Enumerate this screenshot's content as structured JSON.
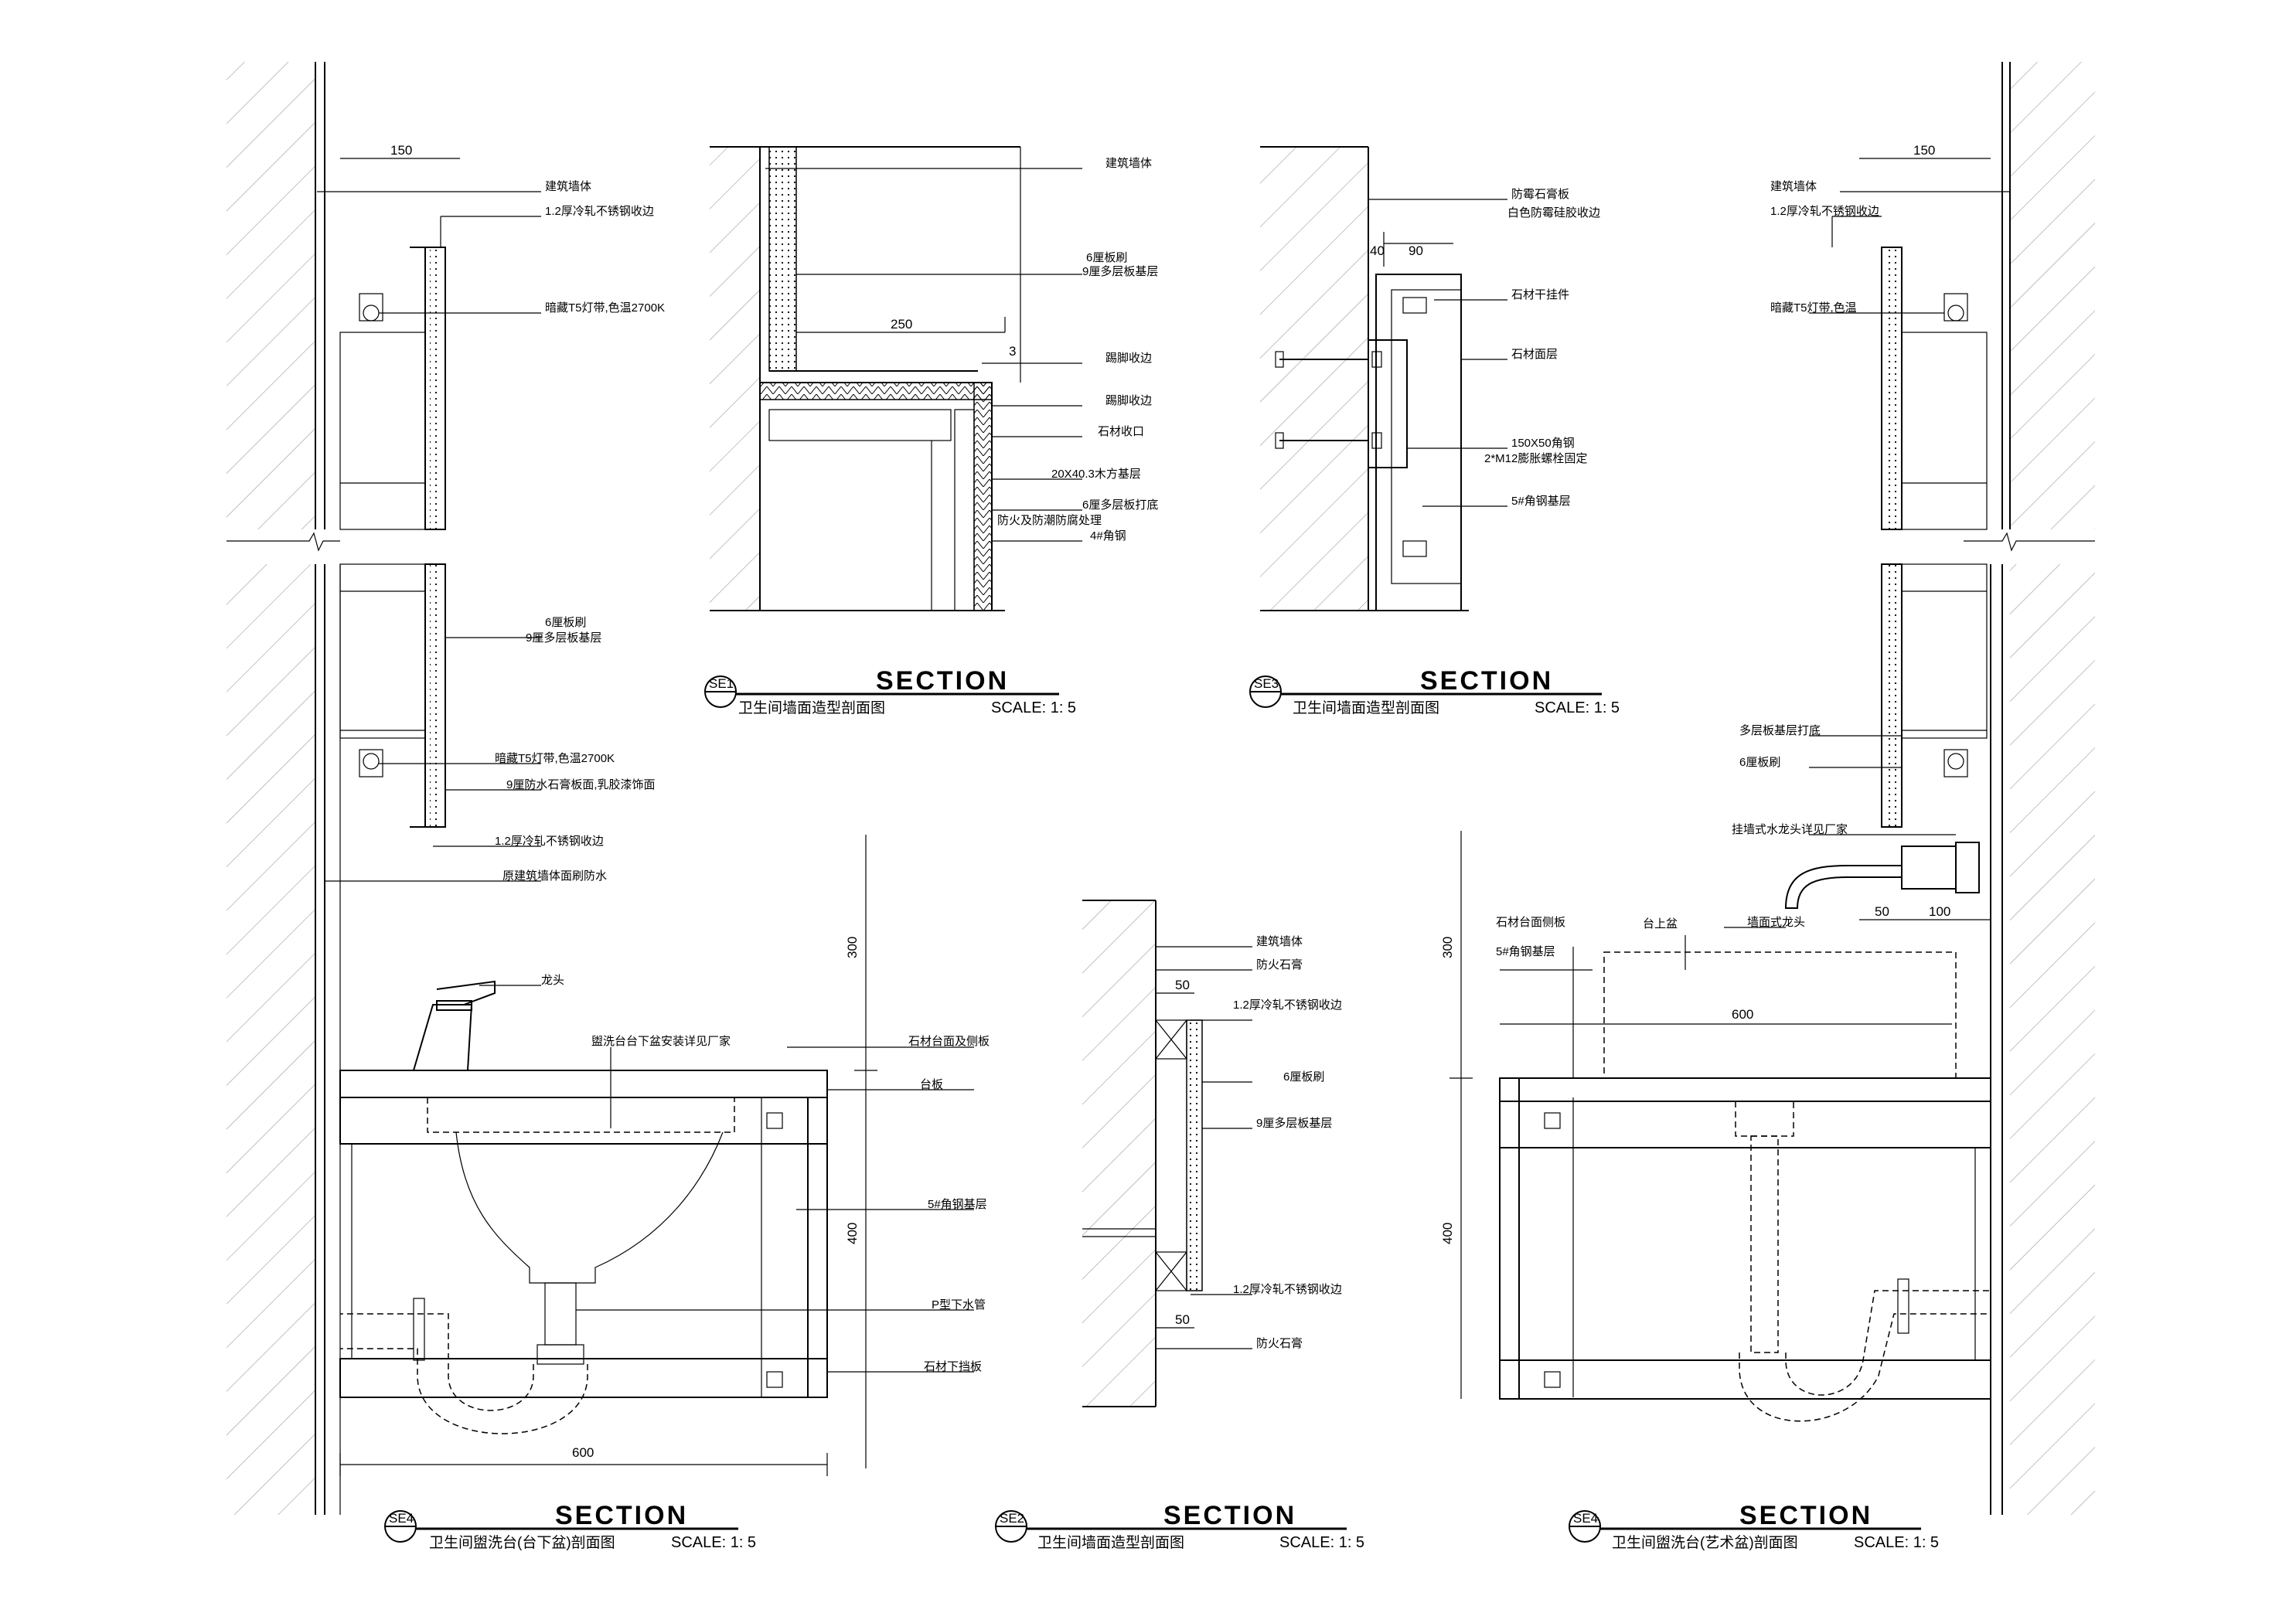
{
  "sections": [
    {
      "id": "se4a",
      "tag": "SE4",
      "heading": "SECTION",
      "subtitle": "卫生间盥洗台(台下盆)剖面图",
      "scale": "SCALE: 1: 5"
    },
    {
      "id": "se1",
      "tag": "SE1",
      "heading": "SECTION",
      "subtitle": "卫生间墙面造型剖面图",
      "scale": "SCALE: 1: 5"
    },
    {
      "id": "se3",
      "tag": "SE3",
      "heading": "SECTION",
      "subtitle": "卫生间墙面造型剖面图",
      "scale": "SCALE: 1: 5"
    },
    {
      "id": "se2",
      "tag": "SE2",
      "heading": "SECTION",
      "subtitle": "卫生间墙面造型剖面图",
      "scale": "SCALE: 1: 5"
    },
    {
      "id": "se4b",
      "tag": "SE4",
      "heading": "SECTION",
      "subtitle": "卫生间盥洗台(艺术盆)剖面图",
      "scale": "SCALE: 1: 5"
    }
  ],
  "labels": {
    "se4a": [
      "建筑墙体",
      "1.2厚冷轧不锈钢收边",
      "暗藏T5灯带,色温2700K",
      "6厘板刷",
      "9厘多层板基层",
      "暗藏T5灯带,色温2700K",
      "9厘防水石膏板面,乳胶漆饰面",
      "1.2厚冷轧不锈钢收边",
      "原建筑墙体面刷防水",
      "龙头",
      "盥洗台台下盆安装详见厂家",
      "石材台面及侧板",
      "台板",
      "5#角钢基层",
      "P型下水管",
      "石材下挡板"
    ],
    "se1": [
      "建筑墙体",
      "6厘板刷",
      "9厘多层板基层",
      "踢脚收边",
      "踢脚收边",
      "石材收口",
      "20X40.3木方基层",
      "6厘多层板打底",
      "防火及防潮防腐处理",
      "4#角钢"
    ],
    "se3": [
      "防霉石膏板",
      "白色防霉硅胶收边",
      "石材干挂件",
      "石材面层",
      "150X50角钢",
      "2*M12膨胀螺栓固定",
      "5#角钢基层"
    ],
    "se2": [
      "建筑墙体",
      "防火石膏",
      "1.2厚冷轧不锈钢收边",
      "6厘板刷",
      "9厘多层板基层",
      "1.2厚冷轧不锈钢收边",
      "防火石膏"
    ],
    "se4b": [
      "建筑墙体",
      "1.2厚冷轧不锈钢收边",
      "暗藏T5灯带,色温",
      "多层板基层打底",
      "6厘板刷",
      "挂墙式水龙头详见厂家",
      "墙面式龙头",
      "台上盆",
      "石材台面侧板",
      "5#角钢基层"
    ]
  },
  "dimensions": {
    "se4a": [
      "150",
      "300",
      "400",
      "600"
    ],
    "se1": [
      "250",
      "3"
    ],
    "se3": [
      "40",
      "90"
    ],
    "se2": [
      "50",
      "50"
    ],
    "se4b": [
      "150",
      "50",
      "100",
      "300",
      "600",
      "400"
    ]
  }
}
